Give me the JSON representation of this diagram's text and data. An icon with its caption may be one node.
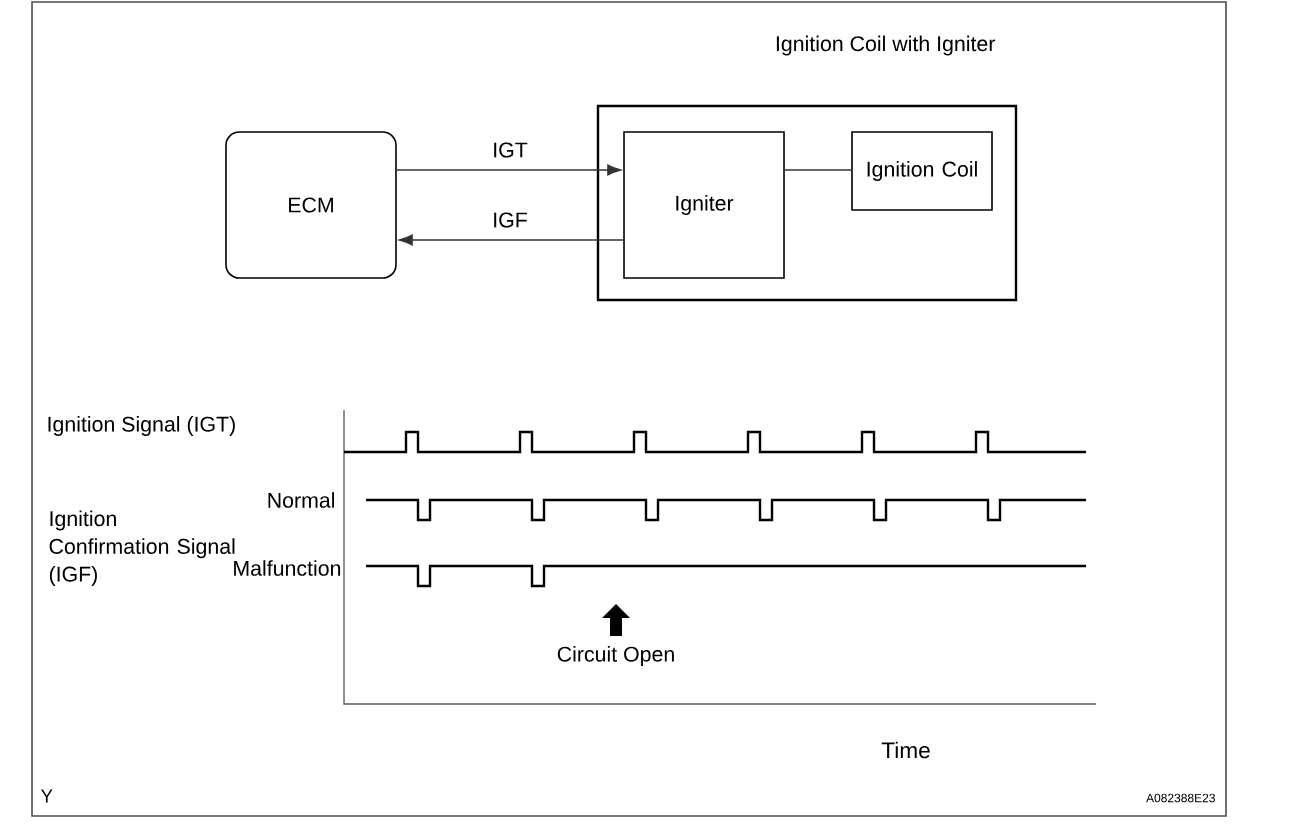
{
  "diagram": {
    "nodes": [
      {
        "text": [
          "ECM"
        ]
      },
      {
        "text": [
          "Ignition Coil with Igniter"
        ]
      },
      {
        "text": [
          "Igniter"
        ],
        "in": 1
      },
      {
        "text": [
          "Ignition Coil"
        ],
        "in": 1
      }
    ],
    "edges": [
      {
        "from": 0,
        "to": 2,
        "arrow": "to",
        "label": "IGT"
      },
      {
        "from": 2,
        "to": 0,
        "arrow": "to",
        "label": "IGF"
      },
      {
        "from": 2,
        "to": 3,
        "arrow": "none"
      }
    ],
    "labels": [
      "Ignition Signal (IGT)",
      "Normal",
      "Ignition Confirmation Signal (IGF)",
      "Malfunction",
      "Circuit Open",
      "Time",
      "Y",
      "A082388E23"
    ]
  }
}
